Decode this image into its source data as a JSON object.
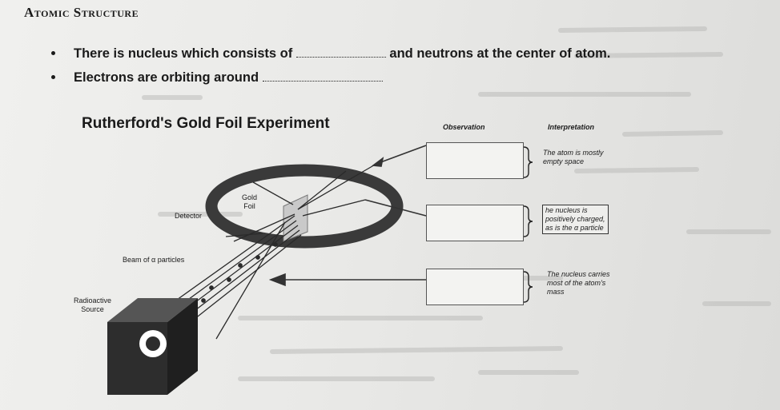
{
  "page": {
    "heading": "Atomic Structure",
    "bullets": [
      {
        "before": "There is nucleus which consists of",
        "after": "and neutrons at the center of atom."
      },
      {
        "before": "Electrons are orbiting around",
        "after": ""
      }
    ]
  },
  "experiment": {
    "title": "Rutherford's Gold Foil Experiment",
    "observation_header": "Observation",
    "interpretation_header": "Interpretation",
    "labels": {
      "gold_foil": "Gold\nFoil",
      "detector": "Detector",
      "beam": "Beam of α particles",
      "source": "Radioactive\nSource"
    },
    "interpretations": [
      "The atom is mostly\nempty space",
      "he nucleus is\npositively charged,\nas is the α particle",
      "The nucleus carries\nmost of the atom's\nmass"
    ]
  },
  "colors": {
    "ring": "#3a3a3a",
    "source_front": "#2d2d2d",
    "source_top": "#555555",
    "foil": "#c9c9c9"
  }
}
